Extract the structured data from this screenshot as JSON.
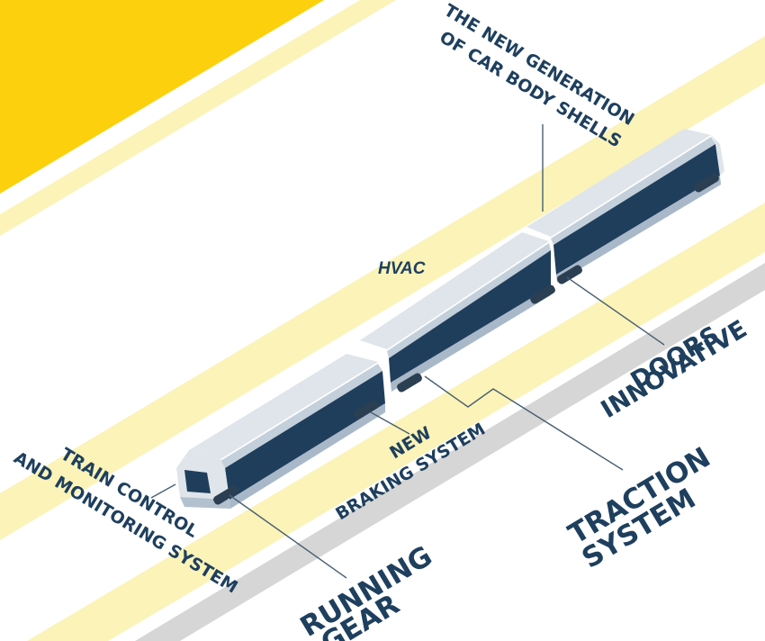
{
  "colors": {
    "yellow": "#fcd00c",
    "pale_yellow": "#fbf3b8",
    "gray_rail": "#d6d6d6",
    "body_light": "#dfe5ea",
    "body_mid": "#a8b8c8",
    "window_dark": "#1f3e5c",
    "text": "#1e3f5e"
  },
  "labels": {
    "body_shells_1": "THE NEW GENERATION",
    "body_shells_2": "OF CAR BODY SHELLS",
    "hvac": "HVAC",
    "doors_1": "INNOVATIVE",
    "doors_2": "DOORS",
    "braking_1": "NEW",
    "braking_2": "BRAKING SYSTEM",
    "traction_1": "TRACTION",
    "traction_2": "SYSTEM",
    "tcms_1": "TRAIN CONTROL",
    "tcms_2": "AND MONITORING SYSTEM",
    "running_1": "RUNNING",
    "running_2": "GEAR"
  }
}
